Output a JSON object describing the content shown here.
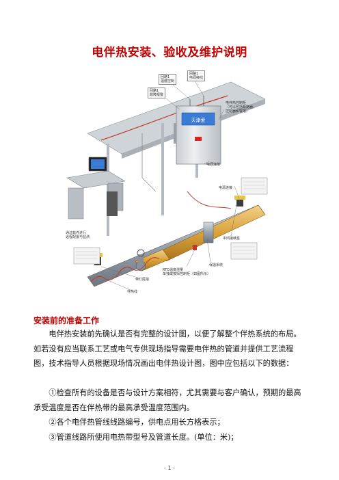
{
  "doc": {
    "title": "电伴热安装、验收及维护说明",
    "section_title": "安装前的准备工作",
    "paragraphs": [
      "电伴热安装前先确认是否有完整的设计图，以便了解整个伴热系统的布局。如若没有应当联系工艺或电气专供现场指导需要电伴热的管道并提供工艺流程图，技术指导人员根据现场情况画出电伴热设计图，图中应包括以下的数据：",
      "①检查所有的设备是否与设计方案相符，尤其需要与客户确认，预期的最高承受温度是否在伴热带的最高承受温度范围内。",
      "②各个电伴热管线线路编号，供电点用长方格表示；",
      "③管道线路所使用电热带型号及管道长度。(单位：米)；"
    ],
    "page_number": "- 1 -"
  },
  "figure": {
    "callouts": {
      "c1": "回路1\n温度控制",
      "c2": "回路1\n电源接线",
      "c3": "回路1\n故障报警",
      "c4": "电伴热控制柜\n（可以包括断路器、\n控制器和警报）",
      "c5": "电源连接",
      "c6": "电源连接",
      "c7": "通过软件进行\n远程配置与监测",
      "c8": "中间接续盒",
      "c9": "保温系统",
      "c10": "RTD温度测量\n单独或按探控制柜（如图所示）",
      "c11": "带灯尾端",
      "c12": "伴热线"
    },
    "panel_label": "天津爱",
    "colors": {
      "title_red": "#c00000",
      "pipe_gray": "#9aa3ad",
      "heat_trace": "#c0392b",
      "insulation": "#d9a23a",
      "cabinet": "#dfe3e6",
      "screen": "#3a7bd5"
    }
  }
}
